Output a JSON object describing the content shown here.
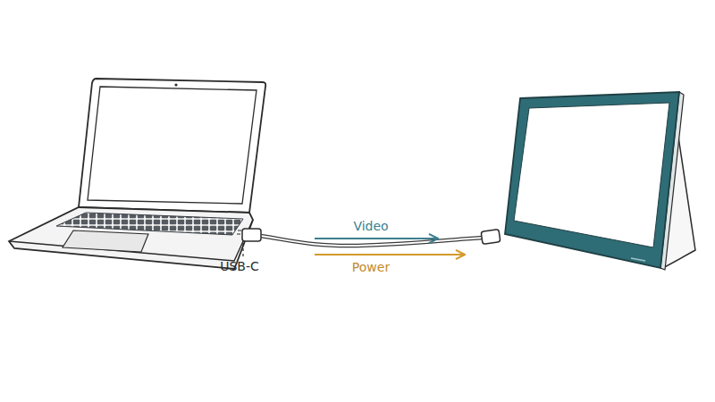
{
  "diagram": {
    "labels": [
      "Video",
      "USB-C",
      "Power"
    ]
  }
}
